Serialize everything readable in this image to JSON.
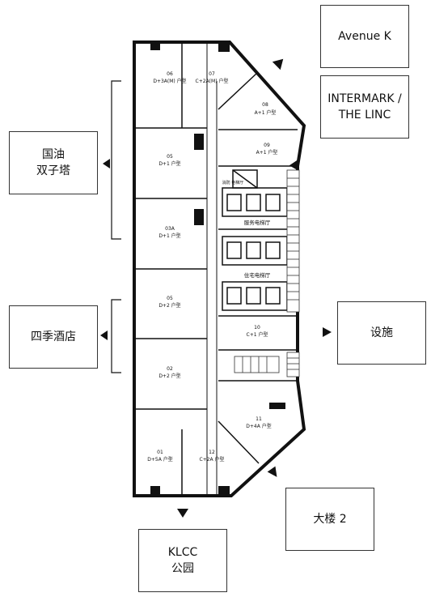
{
  "landmarks": {
    "avenue_k": "Avenue K",
    "intermark": "INTERMARK /\nTHE LINC",
    "petronas": "国油\n双子塔",
    "four_seasons": "四季酒店",
    "facilities": "设施",
    "tower2": "大楼 2",
    "klcc_park": "KLCC\n公园"
  },
  "units": [
    {
      "no": "06",
      "type": "D+3A(M) 户型"
    },
    {
      "no": "07",
      "type": "C+2A(M) 户型"
    },
    {
      "no": "08",
      "type": "A+1 户型"
    },
    {
      "no": "09",
      "type": "A+1 户型"
    },
    {
      "no": "05",
      "type": "D+1 户型"
    },
    {
      "no": "03A",
      "type": "D+1 户型"
    },
    {
      "no": "05",
      "type": "D+2 户型"
    },
    {
      "no": "02",
      "type": "D+2 户型"
    },
    {
      "no": "10",
      "type": "C+1 户型"
    },
    {
      "no": "11",
      "type": "D+4A 户型"
    },
    {
      "no": "01",
      "type": "D+5A 户型"
    },
    {
      "no": "12",
      "type": "C+2A 户型"
    }
  ],
  "lobbies": {
    "service": "服务电梯厅",
    "residential": "住宅电梯厅",
    "fire": "消防\n电梯厅"
  }
}
